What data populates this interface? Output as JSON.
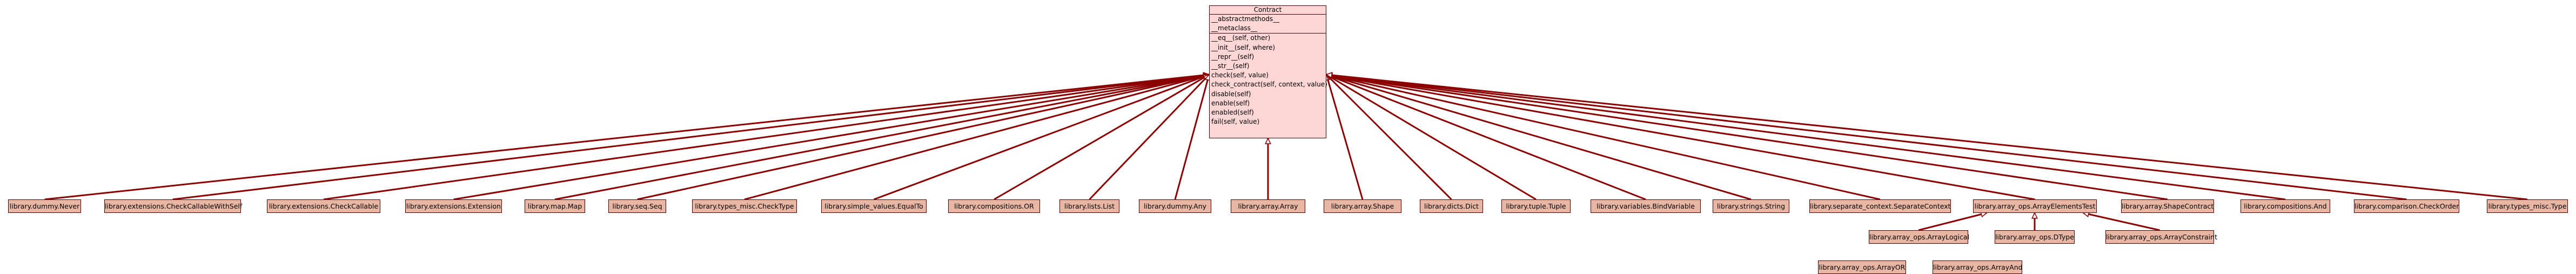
{
  "diagram": {
    "root": {
      "title": "Contract",
      "attributes": [
        "__abstractmethods__",
        "__metaclass__"
      ],
      "methods": [
        "__eq__(self, other)",
        "__init__(self, where)",
        "__repr__(self)",
        "__str__(self)",
        "check(self, value)",
        "check_contract(self, context, value)",
        "disable(self)",
        "enable(self)",
        "enabled(self)",
        "fail(self, value)"
      ]
    },
    "level1": [
      "library.dummy.Never",
      "library.extensions.CheckCallableWithSelf",
      "library.extensions.CheckCallable",
      "library.extensions.Extension",
      "library.map.Map",
      "library.seq.Seq",
      "library.types_misc.CheckType",
      "library.simple_values.EqualTo",
      "library.compositions.OR",
      "library.lists.List",
      "library.dummy.Any",
      "library.array.Array",
      "library.array.Shape",
      "library.dicts.Dict",
      "library.tuple.Tuple",
      "library.variables.BindVariable",
      "library.strings.String",
      "library.separate_context.SeparateContext",
      "library.array_ops.ArrayElementsTest",
      "library.array.ShapeContract",
      "library.compositions.And",
      "library.comparison.CheckOrder",
      "library.types_misc.Type"
    ],
    "level2": [
      "library.array_ops.ArrayLogical",
      "library.array_ops.DType",
      "library.array_ops.ArrayConstraint"
    ],
    "level3": [
      "library.array_ops.ArrayOR",
      "library.array_ops.ArrayAnd"
    ],
    "colors": {
      "edge": "#8b0000",
      "node_fill": "#e8b6a2",
      "root_fill": "#ffd6d6",
      "border": "#4a0000"
    }
  }
}
